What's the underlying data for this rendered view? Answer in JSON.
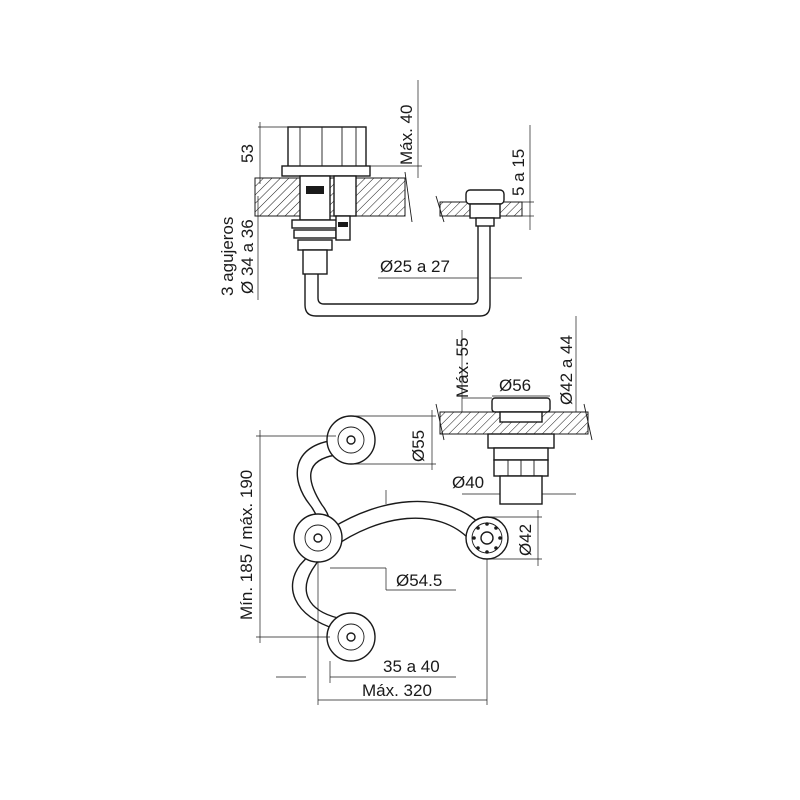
{
  "top_view": {
    "dim_height_53": "53",
    "dim_max_40": "Máx. 40",
    "dim_5_a_15": "5 a 15",
    "holes_label_line1": "3 agujeros",
    "holes_label_line2": "Ø 34 a 36",
    "dim_pipe_25_27": "Ø25 a 27"
  },
  "spout_view": {
    "dim_max_55": "Máx. 55",
    "dim_42_a_44": "Ø42 a 44",
    "dim_56": "Ø56",
    "dim_40": "Ø40"
  },
  "plan_view": {
    "dim_55": "Ø55",
    "dim_min_max": "Mín. 185 / máx. 190",
    "dim_42": "Ø42",
    "dim_54_5": "Ø54.5",
    "dim_35_a_40": "35 a 40",
    "dim_max_320": "Máx. 320"
  }
}
